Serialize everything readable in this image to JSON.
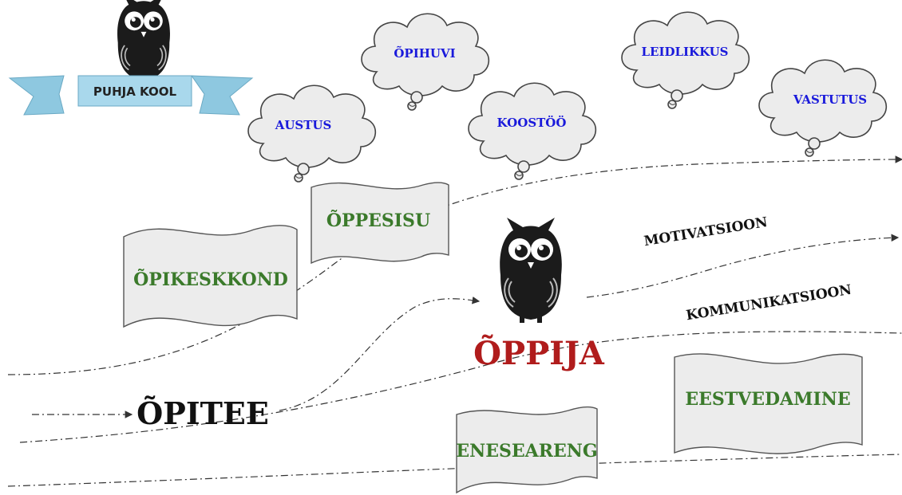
{
  "logo": {
    "banner_label": "PUHJA KOOL"
  },
  "values": [
    "ÕPIHUVI",
    "LEIDLIKKUS",
    "AUSTUS",
    "KOOSTÖÖ",
    "VASTUTUS"
  ],
  "flags": {
    "environment": "ÕPIKESKKOND",
    "content": "ÕPPESISU",
    "self_development": "ENESEARENG",
    "leadership": "EESTVEDAMINE"
  },
  "paths": {
    "motivation": "MOTIVATSIOON",
    "communication": "KOMMUNIKATSIOON",
    "learning_path": "ÕPITEE"
  },
  "learner": "ÕPPIJA",
  "colors": {
    "cloud_text": "#1a1adb",
    "flag_text": "#3b7a2b",
    "learner_text": "#b01c1c",
    "banner_fill": "#a9d8ec",
    "owl": "#1b1b1b"
  }
}
